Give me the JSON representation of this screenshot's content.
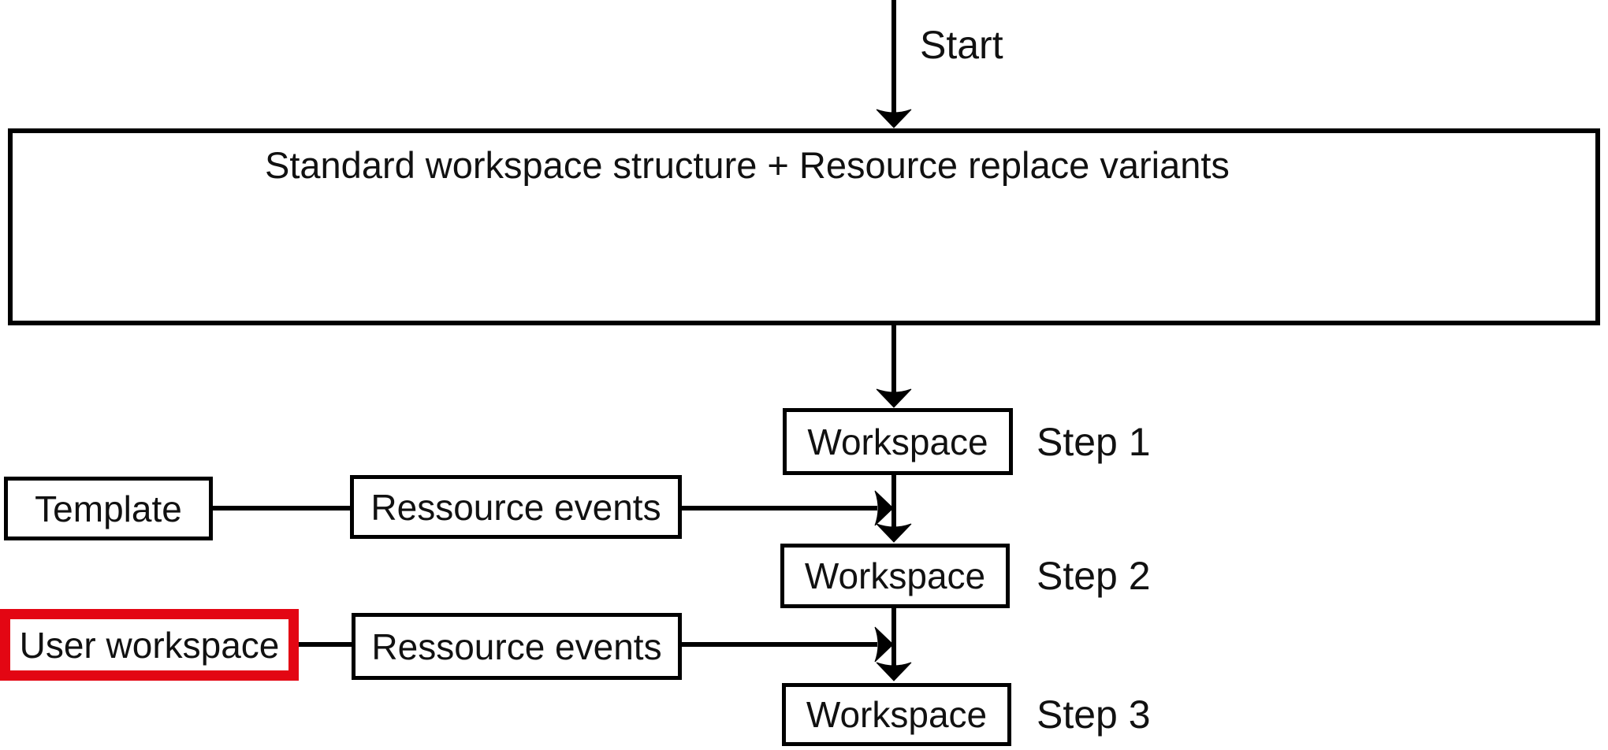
{
  "diagram_title": "Standard workspace structure + Resource replace variants",
  "start_label": "Start",
  "steps": [
    {
      "box": "Workspace",
      "label": "Step 1"
    },
    {
      "box": "Workspace",
      "label": "Step 2"
    },
    {
      "box": "Workspace",
      "label": "Step 3"
    }
  ],
  "feeds": [
    {
      "source": "Template",
      "via": "Ressource events"
    },
    {
      "source": "User workspace",
      "via": "Ressource events"
    }
  ],
  "colors": {
    "line": "#000000",
    "text": "#111111",
    "highlight_border": "#e30613",
    "background": "#ffffff"
  }
}
